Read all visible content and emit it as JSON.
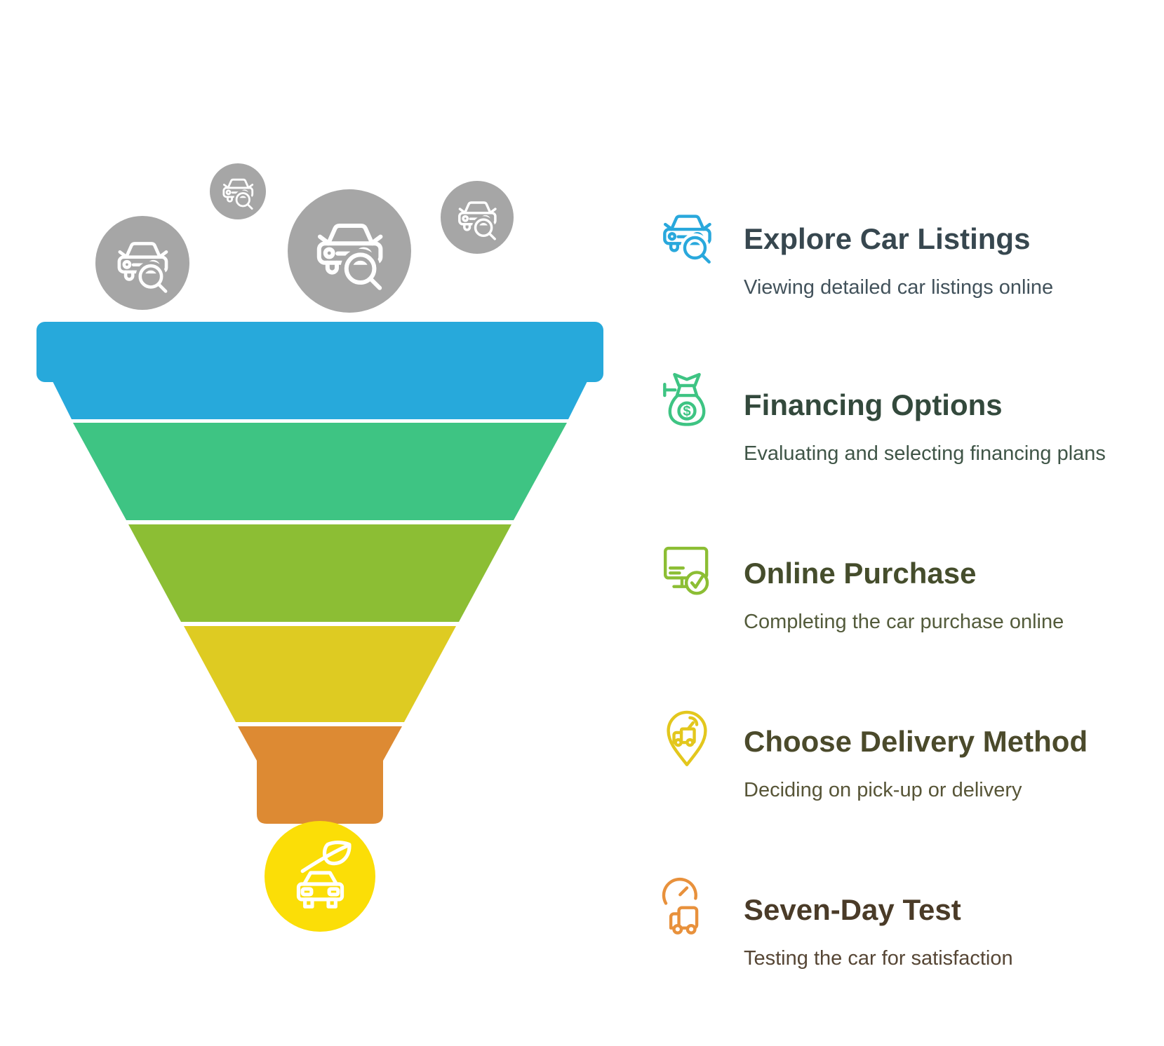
{
  "funnel": {
    "stages": [
      {
        "label": "stage-1-blue",
        "color": "#27A9DB"
      },
      {
        "label": "stage-2-green",
        "color": "#3EC483"
      },
      {
        "label": "stage-3-olive",
        "color": "#8CBE34"
      },
      {
        "label": "stage-4-yellow",
        "color": "#DECB22"
      },
      {
        "label": "stage-5-orange",
        "color": "#DD8A33"
      }
    ],
    "spout_circle_color": "#FBDE07",
    "bubble_color": "#A6A6A6",
    "bubble_icon": "car-search-icon",
    "spout_icon": "eco-car-icon"
  },
  "glyphs": {
    "dollar": "$"
  },
  "steps": [
    {
      "title": "Explore Car Listings",
      "subtitle": "Viewing detailed car listings online",
      "icon": "car-search-icon",
      "accent": "#29A8DC",
      "title_color": "#37474F",
      "subtitle_color": "#42525B"
    },
    {
      "title": "Financing Options",
      "subtitle": "Evaluating and selecting financing plans",
      "icon": "money-bag-icon",
      "accent": "#3EC483",
      "title_color": "#33493C",
      "subtitle_color": "#3F5547"
    },
    {
      "title": "Online Purchase",
      "subtitle": "Completing the car purchase online",
      "icon": "monitor-check-icon",
      "accent": "#8CBE34",
      "title_color": "#454D2C",
      "subtitle_color": "#535B3B"
    },
    {
      "title": "Choose Delivery Method",
      "subtitle": "Deciding on pick-up or delivery",
      "icon": "delivery-pin-icon",
      "accent": "#E3C71D",
      "title_color": "#4B4A2B",
      "subtitle_color": "#575537"
    },
    {
      "title": "Seven-Day Test",
      "subtitle": "Testing the car for satisfaction",
      "icon": "gauge-truck-icon",
      "accent": "#E8913C",
      "title_color": "#4A3B28",
      "subtitle_color": "#564635"
    }
  ]
}
